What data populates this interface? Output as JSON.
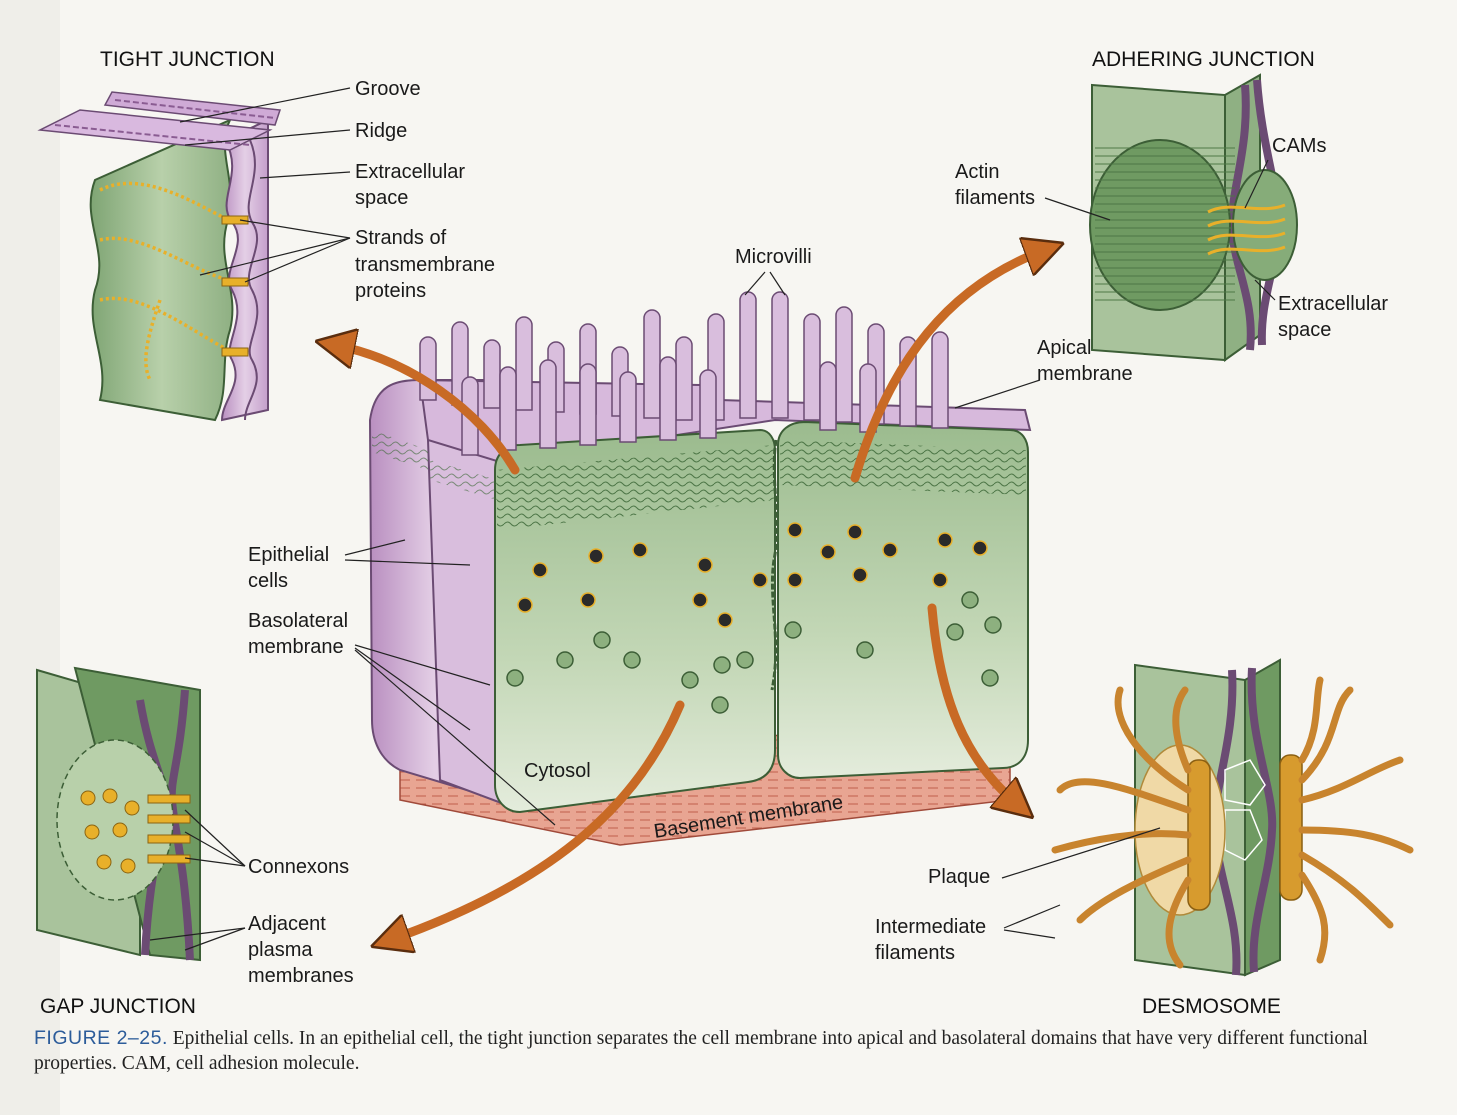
{
  "colors": {
    "membrane_purple": "#c9a8cf",
    "cell_green": "#a9c39c",
    "dark_green": "#5e8a56",
    "arrow_orange": "#c86a25",
    "protein_yellow": "#e8b02a",
    "basement_red": "#e49e8a",
    "caption_blue": "#2c5c9a"
  },
  "titles": {
    "tight_junction": "TIGHT JUNCTION",
    "adhering_junction": "ADHERING JUNCTION",
    "gap_junction": "GAP JUNCTION",
    "desmosome": "DESMOSOME"
  },
  "labels": {
    "groove": "Groove",
    "ridge": "Ridge",
    "extracellular_space_1": "Extracellular",
    "extracellular_space_2": "space",
    "strands_1": "Strands of",
    "strands_2": "transmembrane",
    "strands_3": "proteins",
    "microvilli": "Microvilli",
    "actin_1": "Actin",
    "actin_2": "filaments",
    "cams": "CAMs",
    "ad_extracellular_1": "Extracellular",
    "ad_extracellular_2": "space",
    "apical_1": "Apical",
    "apical_2": "membrane",
    "epithelial_1": "Epithelial",
    "epithelial_2": "cells",
    "basolateral_1": "Basolateral",
    "basolateral_2": "membrane",
    "cytosol": "Cytosol",
    "basement": "Basement membrane",
    "connexons": "Connexons",
    "adjacent_1": "Adjacent",
    "adjacent_2": "plasma",
    "adjacent_3": "membranes",
    "plaque": "Plaque",
    "intermediate_1": "Intermediate",
    "intermediate_2": "filaments"
  },
  "caption": {
    "figure_number": "FIGURE 2–25.",
    "text": "Epithelial cells. In an epithelial cell, the tight junction separates the cell membrane into apical and basolateral domains that have very different functional properties. CAM, cell adhesion molecule."
  }
}
